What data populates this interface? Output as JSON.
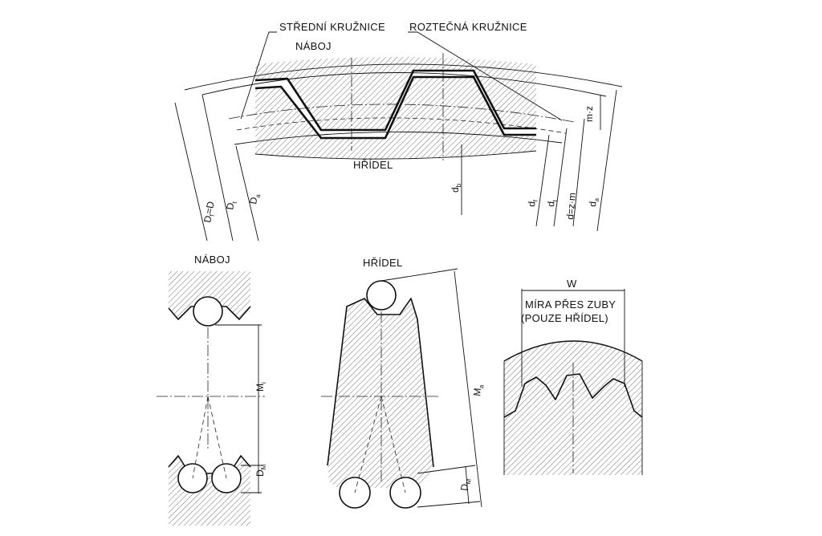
{
  "labels": {
    "stredni_kruznice": "STŘEDNÍ KRUŽNICE",
    "roztecna_kruznice": "ROZTEČNÁ KRUŽNICE",
    "naboj_top": "NÁBOJ",
    "hridel_top": "HŘÍDEL",
    "naboj_bottom": "NÁBOJ",
    "hridel_bottom": "HŘÍDEL",
    "w": "W",
    "mira_line1": "MÍRA PŘES ZUBY",
    "mira_line2": "(POUZE HŘÍDEL)"
  },
  "dimensions": {
    "DfD": {
      "main": "D",
      "sub": "f",
      "rest": "=D"
    },
    "Dt": {
      "main": "D",
      "sub": "t"
    },
    "Da": {
      "main": "D",
      "sub": "a"
    },
    "db": {
      "main": "d",
      "sub": "b"
    },
    "df": {
      "main": "d",
      "sub": "f"
    },
    "dt": {
      "main": "d",
      "sub": "t"
    },
    "dzm": {
      "main": "d=z·m"
    },
    "da": {
      "main": "d",
      "sub": "a"
    },
    "mz": {
      "main": "m·z"
    },
    "Mi": {
      "main": "M",
      "sub": "i"
    },
    "Ma": {
      "main": "M",
      "sub": "a"
    },
    "DM_left": {
      "main": "D",
      "sub": "M"
    },
    "DM_mid": {
      "main": "D",
      "sub": "M"
    }
  }
}
